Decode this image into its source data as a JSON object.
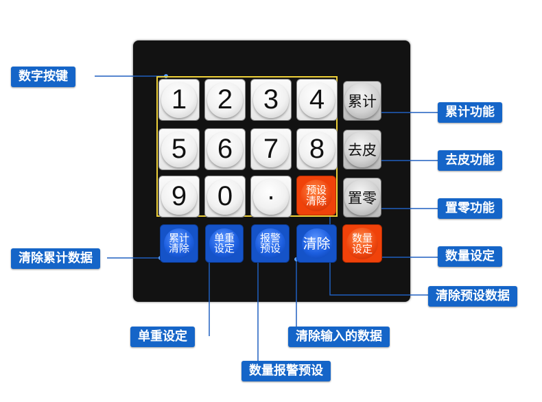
{
  "digit_keys": [
    "1",
    "2",
    "3",
    "4",
    "5",
    "6",
    "7",
    "8",
    "9",
    "0",
    "·"
  ],
  "function_keys": {
    "accumulate": "累计",
    "tare": "去皮",
    "zero": "置零",
    "preset_clear": [
      "预设",
      "清除"
    ],
    "clear_accumulate": [
      "累计",
      "清除"
    ],
    "unit_weight_set": [
      "单重",
      "设定"
    ],
    "alarm_preset": [
      "报警",
      "预设"
    ],
    "clear": "清除",
    "quantity_set": [
      "数量",
      "设定"
    ]
  },
  "labels": {
    "digit_keys": "数字按键",
    "accumulate_function": "累计功能",
    "tare_function": "去皮功能",
    "zero_function": "置零功能",
    "clear_accumulate_data": "清除累计数据",
    "quantity_set": "数量设定",
    "clear_preset_data": "清除预设数据",
    "unit_weight_set": "单重设定",
    "clear_input_data": "清除输入的数据",
    "quantity_alarm_preset": "数量报警预设"
  },
  "colors": {
    "label_bg": "#1565c8",
    "panel": "#121212",
    "highlight_frame": "#f0d23a",
    "red_key": "#f0420a",
    "blue_key": "#1553c8"
  }
}
